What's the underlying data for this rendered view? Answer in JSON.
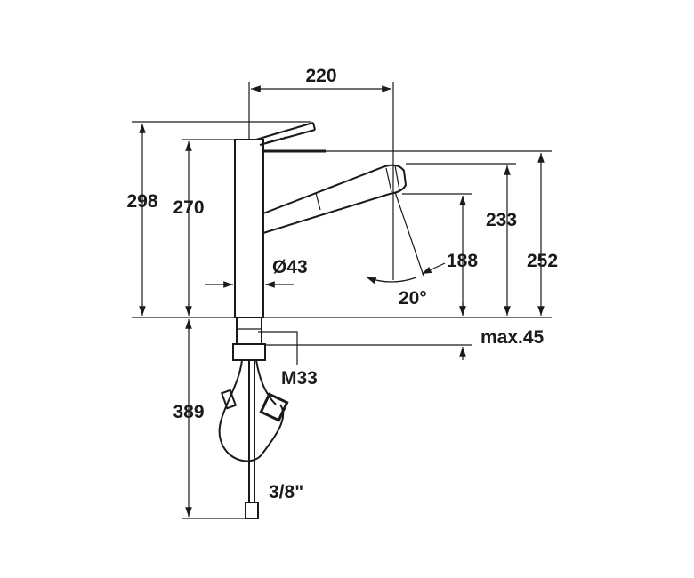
{
  "dimensions": {
    "reach": "220",
    "total_height": "298",
    "body_height": "270",
    "diameter": "Ø43",
    "spout_height": "233",
    "outlet_height": "188",
    "max_height": "252",
    "swivel_angle": "20°",
    "max_thickness": "max.45",
    "thread": "M33",
    "hose_length": "389",
    "connection": "3/8\""
  }
}
